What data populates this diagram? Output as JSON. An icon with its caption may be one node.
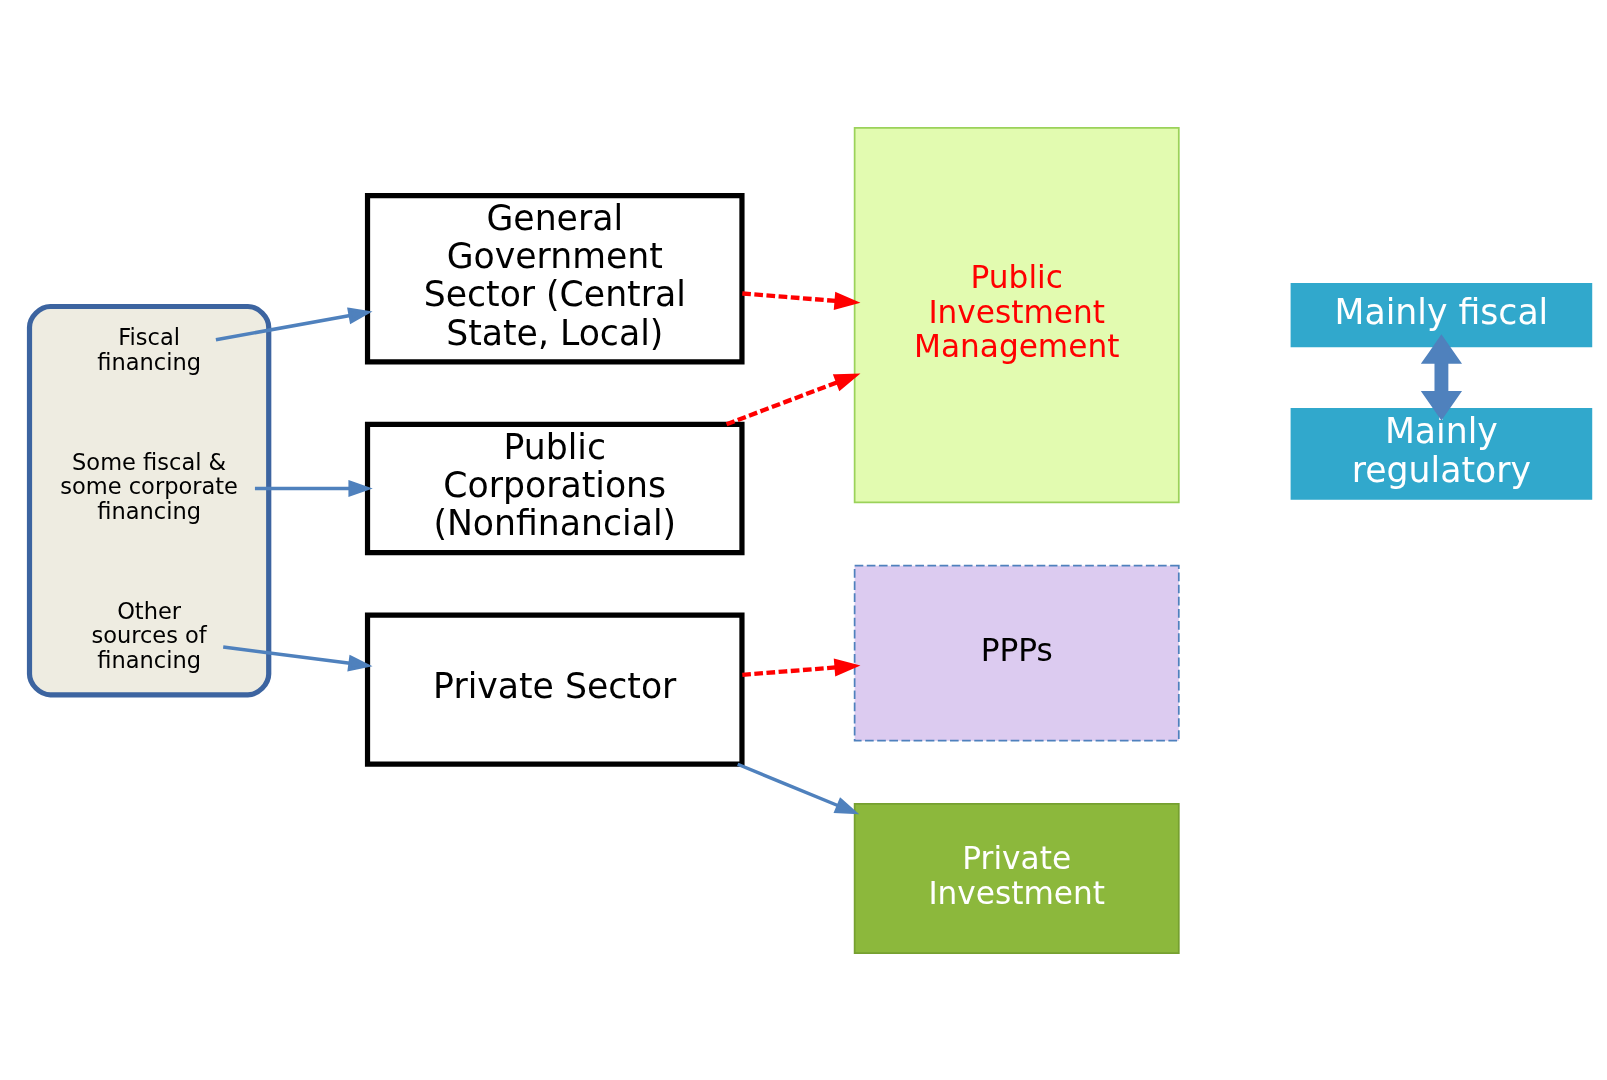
{
  "diagram": {
    "nodes": [
      {
        "text": [],
        "shape": "ellipse"
      },
      {
        "text": [
          "Fiscal financing"
        ],
        "in": 0
      },
      {
        "text": [
          "Some fiscal & some corporate financing"
        ],
        "in": 0
      },
      {
        "text": [
          "Other sources of financing"
        ],
        "in": 0
      },
      {
        "text": [
          "General Government Sector (Central State, Local)"
        ]
      },
      {
        "text": [
          "Public Corporations (Nonfinancial)"
        ]
      },
      {
        "text": [
          "Private Sector"
        ]
      },
      {
        "text": [
          "Public Investment Management"
        ]
      },
      {
        "text": [
          "PPPs"
        ]
      },
      {
        "text": [
          "Private Investment"
        ]
      },
      {
        "text": [
          "Mainly fiscal"
        ]
      },
      {
        "text": [
          "Mainly regulatory"
        ]
      }
    ],
    "edges": [
      {
        "from": 1,
        "to": 4,
        "arrow": "to"
      },
      {
        "from": 2,
        "to": 5,
        "arrow": "to"
      },
      {
        "from": 3,
        "to": 6,
        "arrow": "to"
      },
      {
        "from": 4,
        "to": 7,
        "arrow": "to",
        "style": "dashed",
        "color": "#ff0000"
      },
      {
        "from": 5,
        "to": 7,
        "arrow": "to",
        "style": "dashed",
        "color": "#ff0000"
      },
      {
        "from": 6,
        "to": 8,
        "arrow": "to",
        "style": "dashed",
        "color": "#ff0000"
      },
      {
        "from": 6,
        "to": 9,
        "arrow": "to"
      },
      {
        "from": 10,
        "to": 11,
        "arrow": "both",
        "style": "thick"
      }
    ]
  }
}
